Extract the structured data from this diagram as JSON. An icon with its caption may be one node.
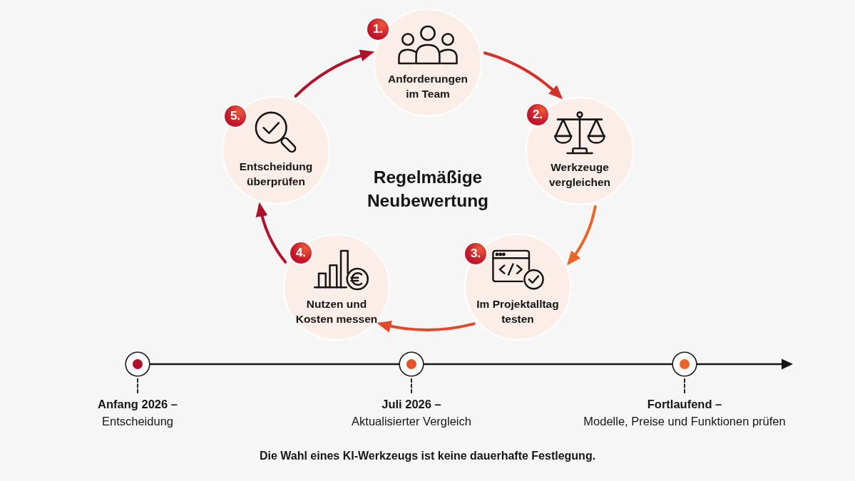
{
  "diagram": {
    "title": "Regelmäßige Neubewertung",
    "nodes": [
      {
        "text": [
          "1.",
          "Anforderungen im Team"
        ]
      },
      {
        "text": [
          "2.",
          "Werkzeuge vergleichen"
        ]
      },
      {
        "text": [
          "3.",
          "Im Projektalltag testen"
        ]
      },
      {
        "text": [
          "4.",
          "Nutzen und Kosten messen"
        ]
      },
      {
        "text": [
          "5.",
          "Entscheidung überprüfen"
        ]
      }
    ],
    "edges": [
      {
        "from": 0,
        "to": 1,
        "arrow": "to",
        "color": "#d3322c"
      },
      {
        "from": 1,
        "to": 2,
        "arrow": "to",
        "color": "#ec6326"
      },
      {
        "from": 2,
        "to": 3,
        "arrow": "to",
        "color": "#e4482b"
      },
      {
        "from": 3,
        "to": 4,
        "arrow": "to"
      },
      {
        "from": 4,
        "to": 0,
        "arrow": "to"
      }
    ],
    "labels": [
      "Anfang 2026 –",
      "Entscheidung",
      "Juli 2026 –",
      "Aktualisierter Vergleich",
      "Fortlaufend –",
      "Modelle, Preise und Funktionen prüfen"
    ],
    "caption": "Die Wahl eines KI-Werkzeugs ist keine dauerhafte Festlegung."
  }
}
